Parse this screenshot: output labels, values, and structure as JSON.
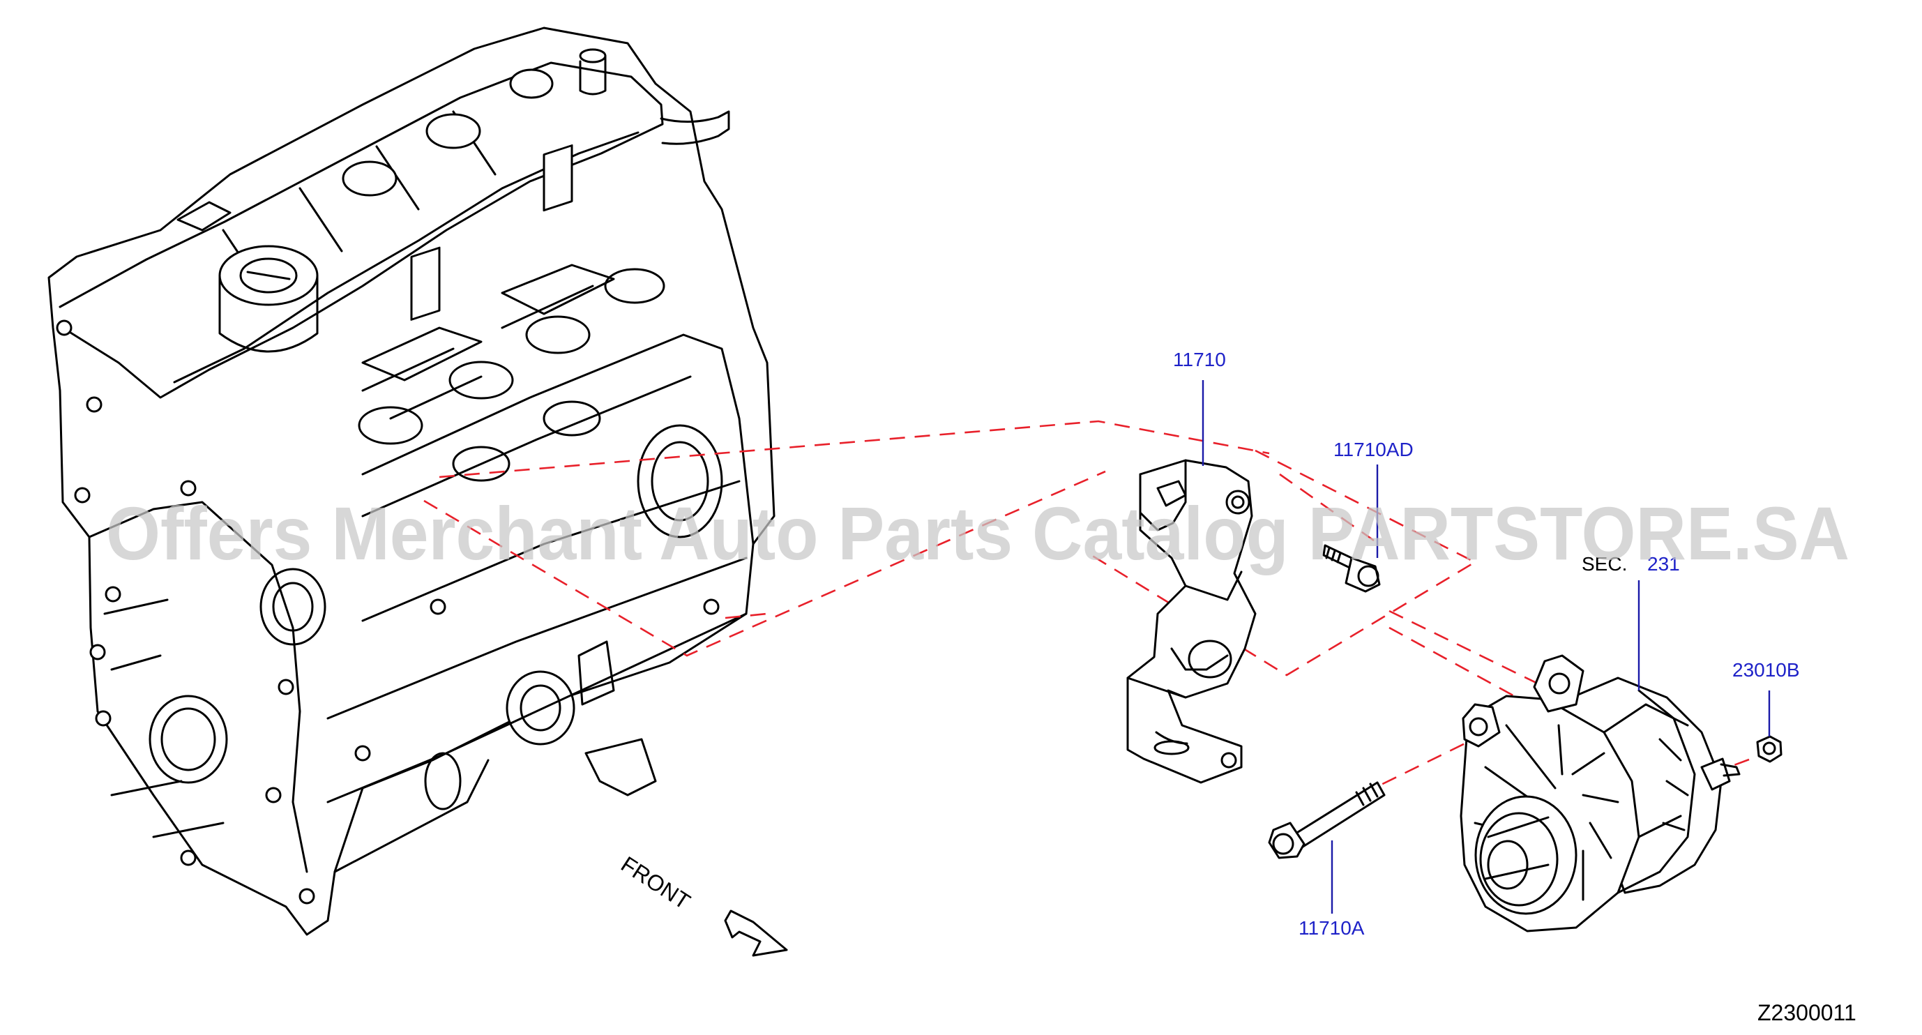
{
  "diagram": {
    "drawing_number": "Z2300011",
    "front_label": "FRONT",
    "section_ref": {
      "prefix": "SEC.",
      "number": "231"
    },
    "watermark": "Offers Merchant Auto Parts Catalog PARTSTORE.SA",
    "parts": [
      {
        "id": "bracket",
        "label": "11710",
        "name": "alternator-bracket"
      },
      {
        "id": "bolt-ad",
        "label": "11710AD",
        "name": "bracket-bolt"
      },
      {
        "id": "bolt-a",
        "label": "11710A",
        "name": "alternator-bolt"
      },
      {
        "id": "nut",
        "label": "23010B",
        "name": "terminal-nut"
      }
    ],
    "colors": {
      "callout": "#1e22c8",
      "dashed_lines": "#e8202a",
      "watermark": "#c8c8c8",
      "line_art": "#000000"
    }
  }
}
